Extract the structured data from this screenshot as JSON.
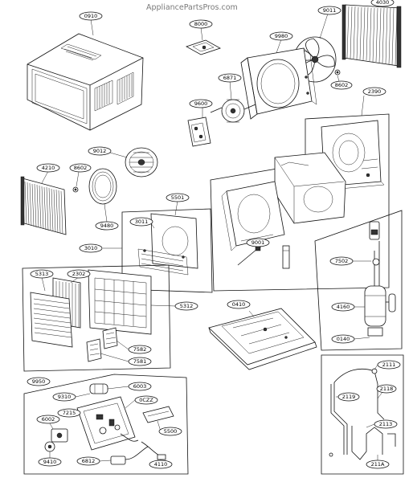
{
  "watermark": "AppliancePartsPros.com",
  "labels": {
    "p0910": "0910",
    "p8000": "8000",
    "p9011": "9011",
    "p4030": "4030",
    "p9980": "9980",
    "p6871": "6871",
    "p8602a": "8602",
    "p2390": "2390",
    "p9600": "9600",
    "p9012": "9012",
    "p4210": "4210",
    "p8602b": "8602",
    "p5501": "5501",
    "p3011": "3011",
    "p9480": "9480",
    "p3010": "3010",
    "p9001": "9001",
    "p7502": "7502",
    "p5313": "5313",
    "p2302": "2302",
    "p5312": "5312",
    "p0410": "0410",
    "p4160": "4160",
    "p0140": "0140",
    "p7582": "7582",
    "p7581": "7581",
    "p9950": "9950",
    "p6003": "6003",
    "p9310": "9310",
    "p0czz": "0CZZ",
    "p7215": "7215",
    "p6002": "6002",
    "p5500": "5500",
    "p9410": "9410",
    "p6812": "6812",
    "p4110": "4110",
    "p2111": "2111",
    "p2119": "2119",
    "p2118": "2118",
    "p2113": "2113",
    "p211a": "211A"
  }
}
